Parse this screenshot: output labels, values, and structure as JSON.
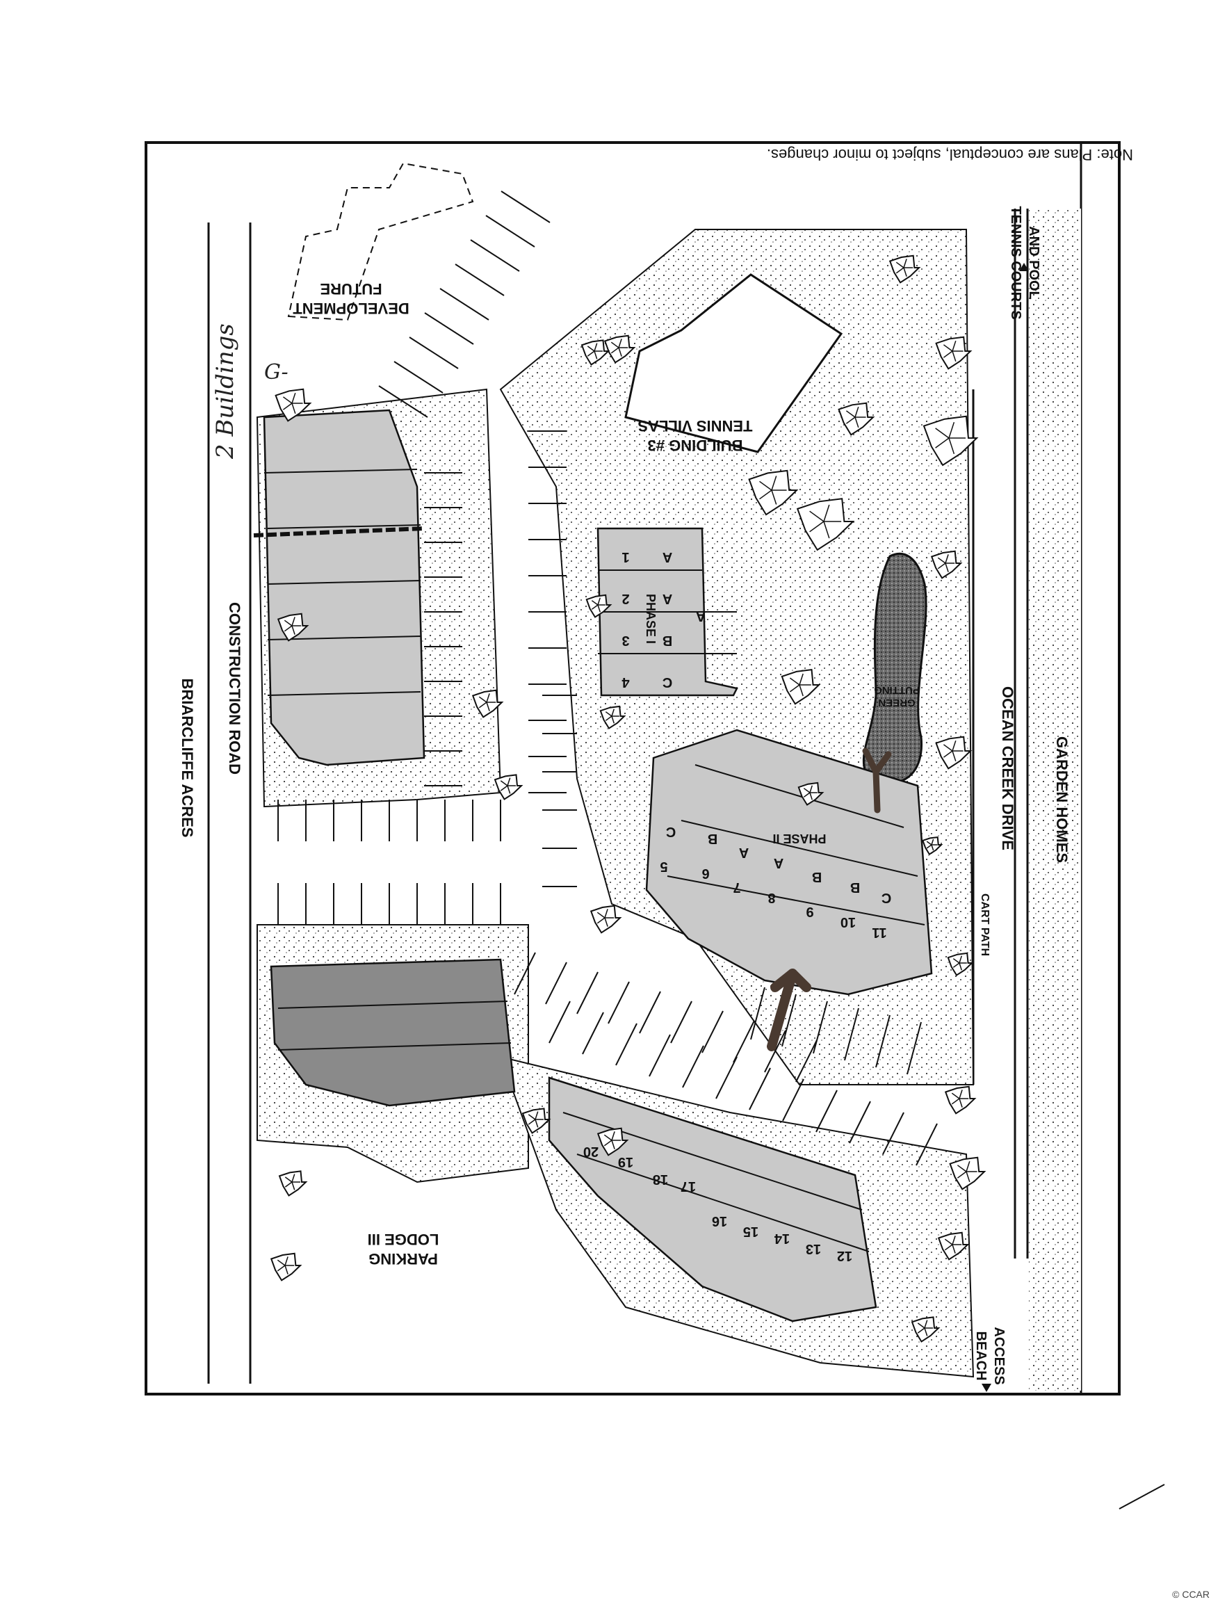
{
  "labels": {
    "note": "Note: Plans are conceptual, subject to minor changes.",
    "tennis_courts": [
      "TENNIS COURTS",
      "AND POOL"
    ],
    "future_development": [
      "FUTURE",
      "DEVELOPMENT"
    ],
    "tennis_villas": [
      "TENNIS VILLAS",
      "BUILDING #3"
    ],
    "ocean_creek_drive": "OCEAN CREEK DRIVE",
    "garden_homes": "GARDEN HOMES",
    "putting_green": [
      "PUTTING",
      "GREEN"
    ],
    "construction_road": "CONSTRUCTION ROAD",
    "briarcliffe_acres": "BRIARCLIFFE ACRES",
    "cart_path": "CART PATH",
    "phase_i": "PHASE I",
    "phase_ii": "PHASE II",
    "lodge_parking": [
      "LODGE III",
      "PARKING"
    ],
    "beach_access": [
      "BEACH",
      "ACCESS"
    ],
    "handwritten_buildings": "2 Buildings",
    "handwritten_g": "G-",
    "copyright": "© CCAR"
  },
  "phase_i_units": [
    "1",
    "2",
    "3",
    "4"
  ],
  "phase_i_letters": [
    "A",
    "A",
    "B",
    "C"
  ],
  "phase_ii_units": [
    "5",
    "6",
    "7",
    "8",
    "9",
    "10",
    "11"
  ],
  "phase_ii_letters": [
    "C",
    "B",
    "A",
    "A",
    "B",
    "B",
    "C"
  ],
  "lodge_units": [
    "12",
    "13",
    "14",
    "15",
    "16",
    "17",
    "18",
    "19",
    "20"
  ],
  "colors": {
    "ink": "#111111",
    "paper": "#ffffff",
    "building": "#c9c9c9",
    "arrow": "#4a3a30"
  }
}
